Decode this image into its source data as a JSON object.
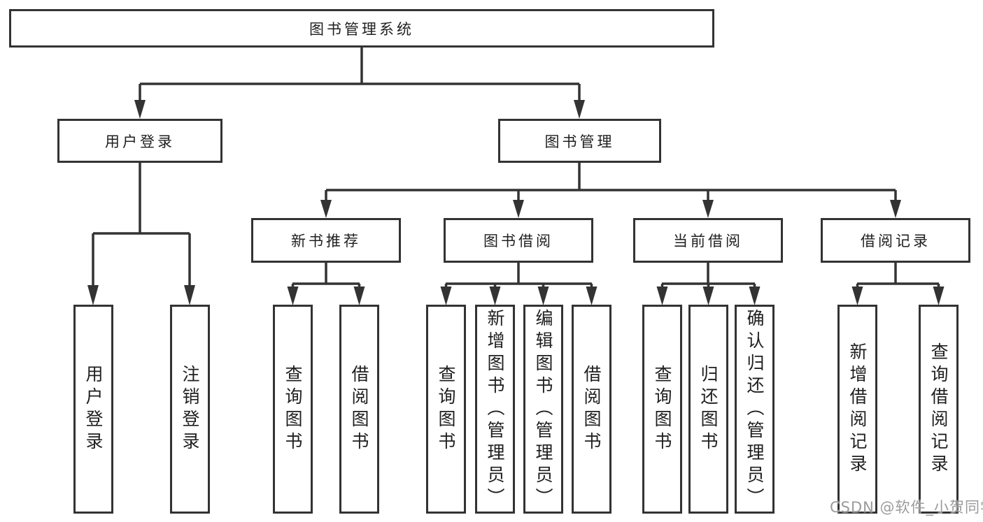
{
  "diagram": {
    "type": "tree",
    "root": {
      "label": "图书管理系统"
    },
    "level2": [
      {
        "label": "用户登录"
      },
      {
        "label": "图书管理"
      }
    ],
    "level3": [
      {
        "parent": "图书管理",
        "label": "新书推荐"
      },
      {
        "parent": "图书管理",
        "label": "图书借阅"
      },
      {
        "parent": "图书管理",
        "label": "当前借阅"
      },
      {
        "parent": "图书管理",
        "label": "借阅记录"
      }
    ],
    "leaves": [
      {
        "parent": "用户登录",
        "label": "用户登录"
      },
      {
        "parent": "用户登录",
        "label": "注销登录"
      },
      {
        "parent": "新书推荐",
        "label": "查询图书"
      },
      {
        "parent": "新书推荐",
        "label": "借阅图书"
      },
      {
        "parent": "图书借阅",
        "label": "查询图书"
      },
      {
        "parent": "图书借阅",
        "label": "新增图书（管理员）"
      },
      {
        "parent": "图书借阅",
        "label": "编辑图书（管理员）"
      },
      {
        "parent": "图书借阅",
        "label": "借阅图书"
      },
      {
        "parent": "当前借阅",
        "label": "查询图书"
      },
      {
        "parent": "当前借阅",
        "label": "归还图书"
      },
      {
        "parent": "当前借阅",
        "label": "确认归还（管理员）"
      },
      {
        "parent": "借阅记录",
        "label": "新增借阅记录"
      },
      {
        "parent": "借阅记录",
        "label": "查询借阅记录"
      }
    ]
  },
  "watermark": "CSDN @软件_小贺同学",
  "colors": {
    "background": "#ffffff",
    "line": "#333333",
    "box_border": "#333333",
    "box_fill": "#ffffff",
    "text": "#1f1f1f",
    "watermark": "#9b9b9b"
  }
}
